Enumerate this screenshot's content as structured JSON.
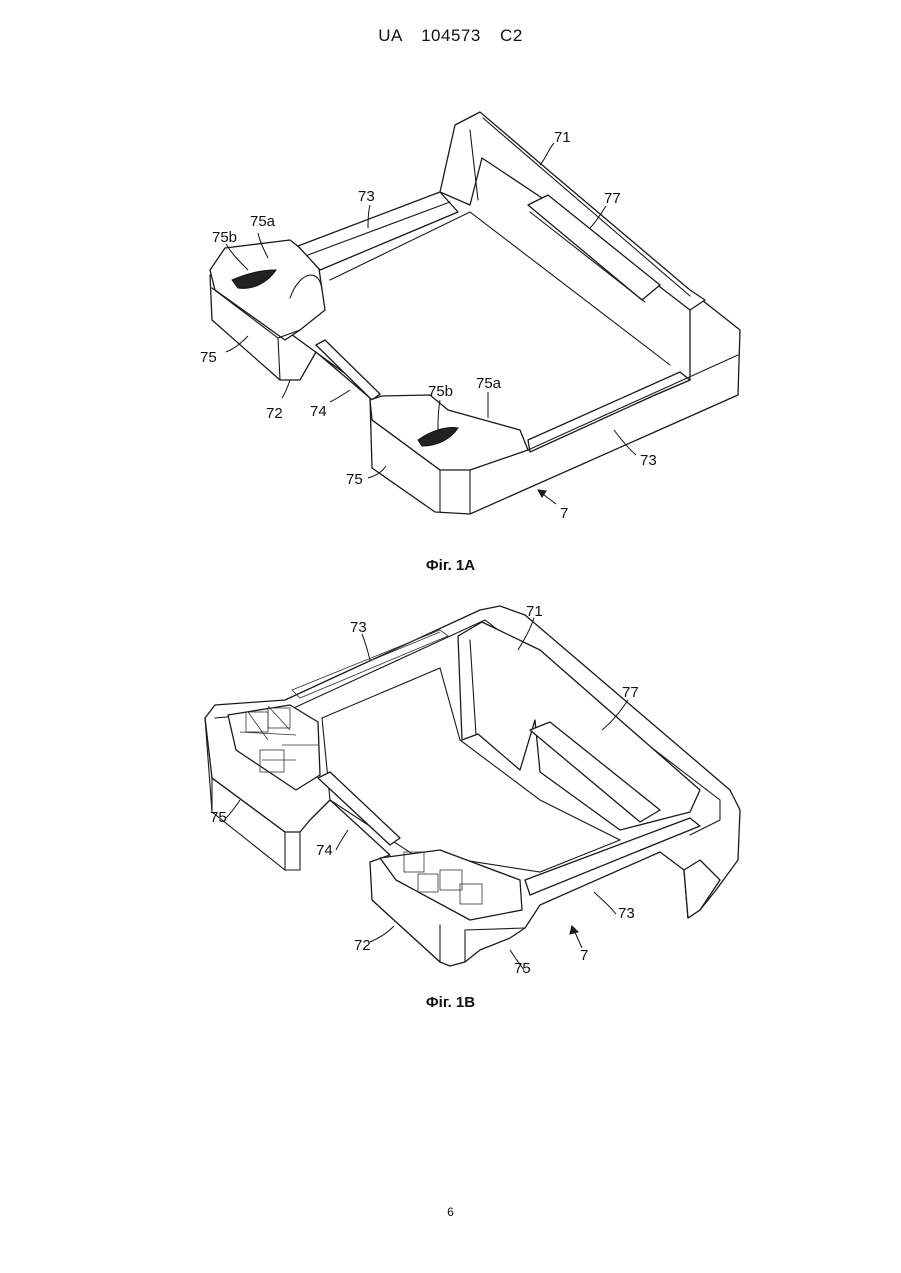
{
  "header": {
    "text": "UA   104573   C2"
  },
  "figures": [
    {
      "caption": "Фіг. 1А",
      "labels": {
        "l71": "71",
        "l77": "77",
        "l73a": "73",
        "l75a_left": "75a",
        "l75b_left": "75b",
        "l75_left": "75",
        "l72": "72",
        "l74": "74",
        "l75b_right": "75b",
        "l75a_right": "75a",
        "l73b": "73",
        "l75_right": "75",
        "l7": "7"
      }
    },
    {
      "caption": "Фіг. 1В",
      "labels": {
        "l73a": "73",
        "l71": "71",
        "l77": "77",
        "l75_left": "75",
        "l74": "74",
        "l72": "72",
        "l75_right": "75",
        "l7": "7",
        "l73b": "73"
      }
    }
  ],
  "page_number": "6"
}
